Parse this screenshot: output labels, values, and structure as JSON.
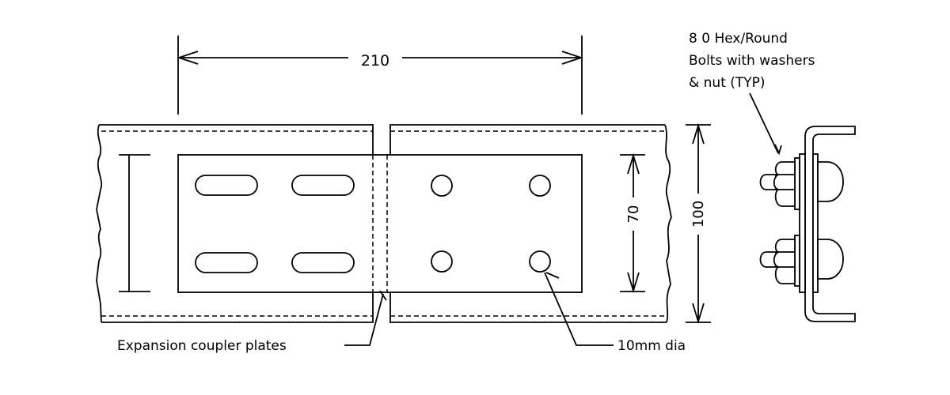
{
  "dimensions": {
    "overall_length": "210",
    "hole_spacing": "70",
    "section_height": "100"
  },
  "labels": {
    "bolts": [
      "8 0 Hex/Round",
      "Bolts with washers",
      "& nut (TYP)"
    ],
    "coupler": "Expansion coupler plates",
    "hole": "10mm dia"
  }
}
